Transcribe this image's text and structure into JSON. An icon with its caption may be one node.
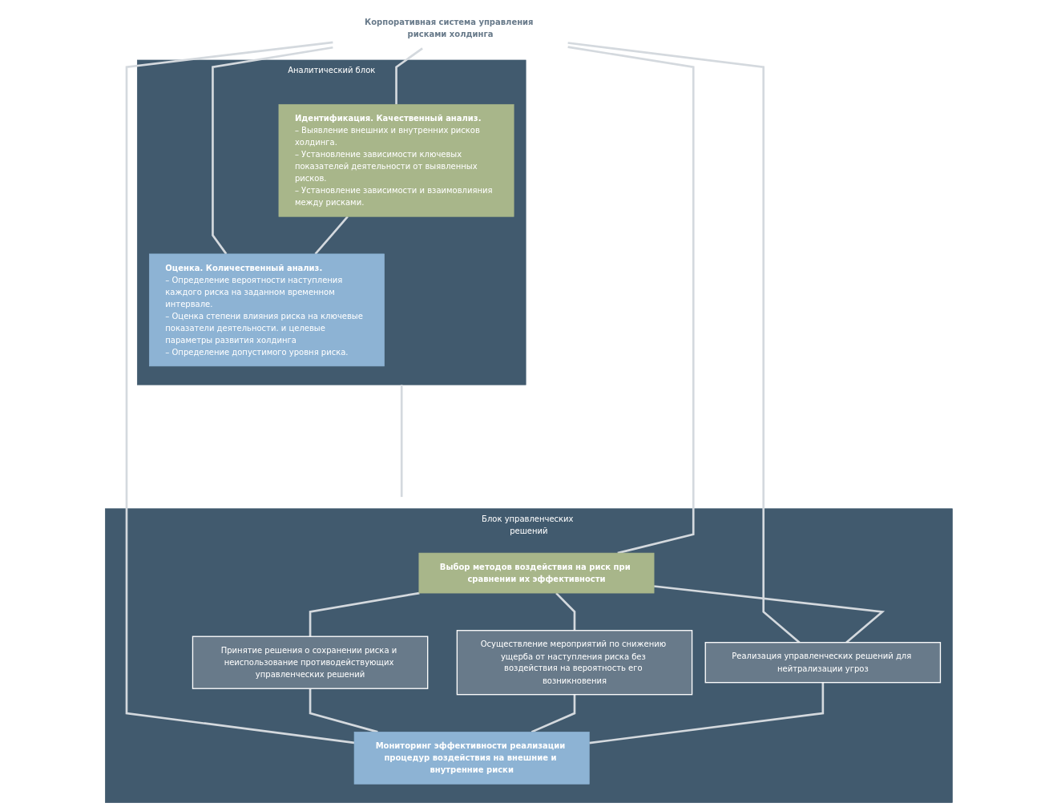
{
  "diagram": {
    "nodes": [
      {
        "text": [
          "Аналитический блок"
        ]
      },
      {
        "text": [
          "Идентификация. Качественный анализ.",
          "– Выявление внешних и внутренних рисков холдинга.",
          "– Установление зависимости ключевых показателей деятельности от выявленных рисков.",
          "– Установление зависимости и взаимовлияния между рисками."
        ],
        "in": 0
      },
      {
        "text": [
          "Оценка. Количественный анализ.",
          "– Определение вероятности наступления каждого риска на заданном временном интервале.",
          "– Оценка степени влияния риска на ключевые показатели деятельности. и целевые параметры развития холдинга",
          "– Определение допустимого уровня риска."
        ],
        "in": 0
      },
      {
        "text": [
          "Блок управленческих решений"
        ]
      },
      {
        "text": [
          "Выбор методов воздействия на риск при сравнении их эффективности"
        ],
        "in": 3
      },
      {
        "text": [
          "Реализация управленческих решений для нейтрализации угроз"
        ],
        "in": 3
      },
      {
        "text": [
          "Осуществление мероприятий по снижению ущерба от наступления риска без воздействия на вероятность его возникновения"
        ],
        "in": 3
      },
      {
        "text": [
          "Принятие решения о сохранении риска и неиспользование противодействующих управленческих решений"
        ],
        "in": 3
      },
      {
        "text": [
          "Мониторинг эффективности реализации процедур воздействия на внешние и внутренние риски"
        ],
        "in": 3
      },
      {
        "text": [
          "Корпоративная система управления рисками холдинга"
        ]
      }
    ],
    "edges": [
      {
        "from": 1,
        "to": 2,
        "arrow": "none"
      },
      {
        "from": 0,
        "to": 3,
        "arrow": "none"
      },
      {
        "from": 4,
        "to": 5,
        "arrow": "none"
      },
      {
        "from": 4,
        "to": 6,
        "arrow": "none"
      },
      {
        "from": 4,
        "to": 7,
        "arrow": "none"
      },
      {
        "from": 5,
        "to": 8,
        "arrow": "none"
      },
      {
        "from": 6,
        "to": 8,
        "arrow": "none"
      },
      {
        "from": 7,
        "to": 8,
        "arrow": "none"
      },
      {
        "from": 9,
        "to": 1,
        "arrow": "none"
      },
      {
        "from": 9,
        "to": 2,
        "arrow": "none"
      },
      {
        "from": 9,
        "to": 4,
        "arrow": "none"
      },
      {
        "from": 9,
        "to": 5,
        "arrow": "none"
      },
      {
        "from": 9,
        "to": 8,
        "arrow": "none"
      }
    ]
  }
}
